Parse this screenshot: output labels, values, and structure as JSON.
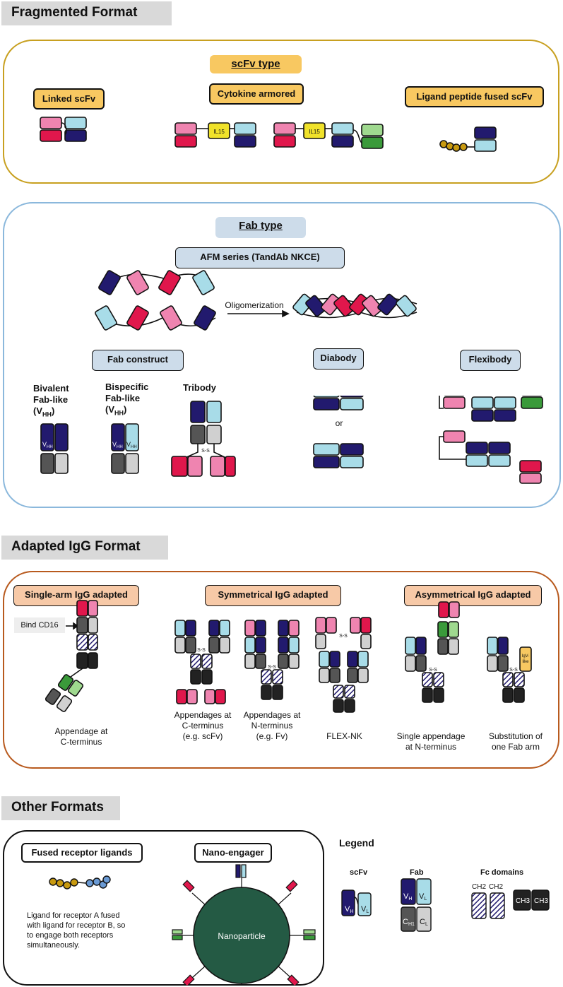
{
  "sections": {
    "fragmented": "Fragmented Format",
    "adapted": "Adapted IgG Format",
    "other": "Other Formats"
  },
  "scfv_type": {
    "title": "scFv type",
    "linked": "Linked scFv",
    "cytokine": "Cytokine armored",
    "ligand": "Ligand peptide fused scFv",
    "il15": "IL15"
  },
  "fab_type": {
    "title": "Fab type",
    "afm": "AFM series (TandAb NKCE)",
    "oligomerization": "Oligomerization",
    "fab_construct": "Fab construct",
    "diabody": "Diabody",
    "flexibody": "Flexibody",
    "bivalent_l1": "Bivalent",
    "bivalent_l2": "Fab-like",
    "bivalent_l3": "(V",
    "bivalent_sub": "HH",
    "bivalent_close": ")",
    "bispecific_l1": "Bispecific",
    "bispecific_l2": "Fab-like",
    "bispecific_l3": "(V",
    "bispecific_sub": "HH",
    "bispecific_close": ")",
    "tribody": "Tribody",
    "or": "or",
    "ss": "S-S",
    "vhh_v": "V",
    "vhh_sub": "HH"
  },
  "igg": {
    "single_arm": "Single-arm IgG adapted",
    "symmetrical": "Symmetrical IgG adapted",
    "asymmetrical": "Asymmetrical IgG adapted",
    "bind_cd16": "Bind CD16",
    "cap_single_1": "Appendage at",
    "cap_single_2": "C-terminus",
    "cap_c_1": "Appendages at",
    "cap_c_2": "C-terminus",
    "cap_c_3": "(e.g. scFv)",
    "cap_n_1": "Appendages at",
    "cap_n_2": "N-terminus",
    "cap_n_3": "(e.g. Fv)",
    "cap_flex": "FLEX-NK",
    "cap_single_app_1": "Single appendage",
    "cap_single_app_2": "at N-terminus",
    "cap_subst_1": "Substitution of",
    "cap_subst_2": "one Fab arm",
    "igv_1": "IgV-",
    "igv_2": "like",
    "ss": "S-S"
  },
  "other": {
    "fused": "Fused receptor ligands",
    "nano": "Nano-engager",
    "nanoparticle": "Nanoparticle",
    "desc_1": "Ligand for receptor A fused",
    "desc_2": "with ligand for receptor B, so",
    "desc_3": "to engage both receptors",
    "desc_4": "simultaneously."
  },
  "legend": {
    "title": "Legend",
    "scfv": "scFv",
    "fab": "Fab",
    "fc": "Fc domains",
    "v": "V",
    "c": "C",
    "h": "H",
    "l": "L",
    "h1": "H1",
    "ch2": "CH2",
    "ch3": "CH3"
  },
  "colors": {
    "dark_navy": "#221a6e",
    "light_cyan": "#a8dce8",
    "pink": "#ef84b0",
    "crimson": "#e0174c",
    "dark_green": "#3a9a3a",
    "light_green": "#9fd98f",
    "dark_grey": "#555555",
    "light_grey": "#d0d0d0",
    "black_box": "#222222",
    "yellow": "#f0e22a",
    "gold_bead": "#c89a10",
    "blue_bead": "#6a9ad4",
    "nanoparticle": "#245a44",
    "frame_gold": "#c8a020",
    "frame_blue": "#8bb8dc",
    "frame_brown": "#b85a1e"
  }
}
